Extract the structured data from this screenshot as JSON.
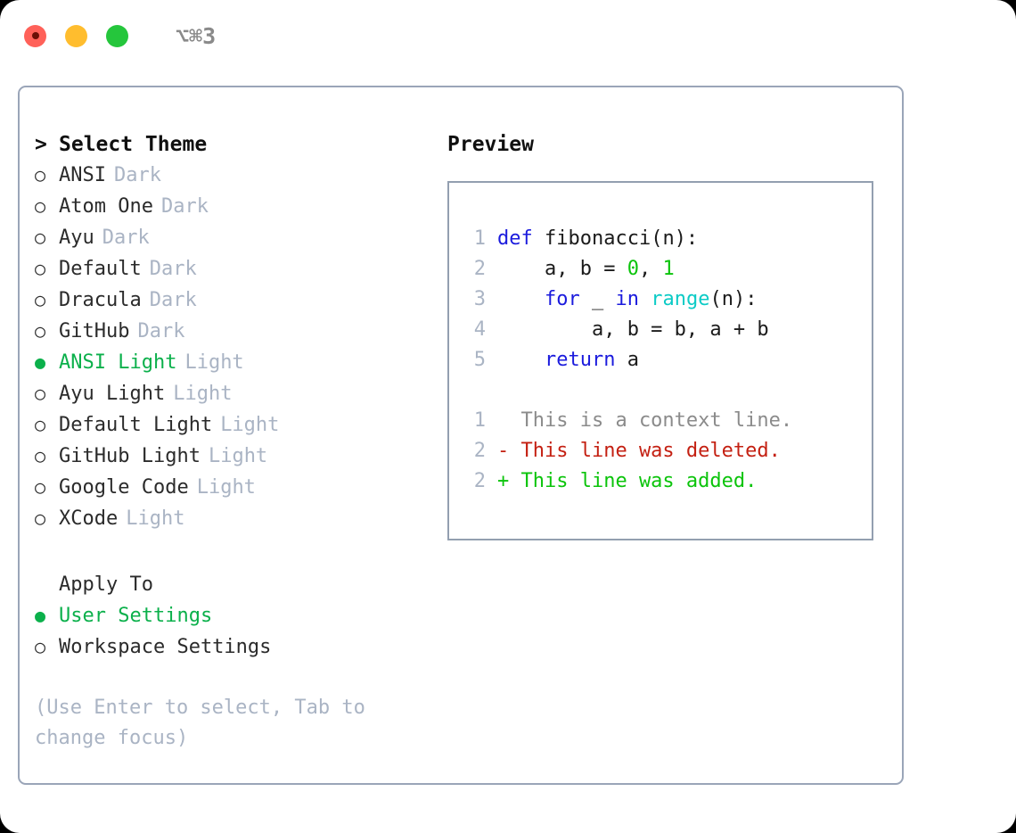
{
  "titlebar": {
    "shortcut": "⌥⌘3",
    "lights": [
      "close-red",
      "minimize-yellow",
      "zoom-green"
    ]
  },
  "theme_panel": {
    "heading": "Select Theme",
    "caret": ">",
    "bullet_empty": "○",
    "bullet_filled": "●",
    "options": [
      {
        "name": "ANSI",
        "kind": "Dark",
        "selected": false
      },
      {
        "name": "Atom One",
        "kind": "Dark",
        "selected": false
      },
      {
        "name": "Ayu",
        "kind": "Dark",
        "selected": false
      },
      {
        "name": "Default",
        "kind": "Dark",
        "selected": false
      },
      {
        "name": "Dracula",
        "kind": "Dark",
        "selected": false
      },
      {
        "name": "GitHub",
        "kind": "Dark",
        "selected": false
      },
      {
        "name": "ANSI Light",
        "kind": "Light",
        "selected": true
      },
      {
        "name": "Ayu Light",
        "kind": "Light",
        "selected": false
      },
      {
        "name": "Default Light",
        "kind": "Light",
        "selected": false
      },
      {
        "name": "GitHub Light",
        "kind": "Light",
        "selected": false
      },
      {
        "name": "Google Code",
        "kind": "Light",
        "selected": false
      },
      {
        "name": "XCode",
        "kind": "Light",
        "selected": false
      }
    ]
  },
  "apply_to": {
    "heading": "Apply To",
    "options": [
      {
        "name": "User Settings",
        "selected": true
      },
      {
        "name": "Workspace Settings",
        "selected": false
      }
    ]
  },
  "hint": "(Use Enter to select, Tab to change focus)",
  "preview": {
    "heading": "Preview",
    "code_lines": [
      {
        "no": "1",
        "tokens": [
          {
            "t": "def",
            "c": "kw"
          },
          {
            "t": " fibonacci(n):",
            "c": "plain"
          }
        ]
      },
      {
        "no": "2",
        "tokens": [
          {
            "t": "    a, b = ",
            "c": "plain"
          },
          {
            "t": "0",
            "c": "num"
          },
          {
            "t": ", ",
            "c": "plain"
          },
          {
            "t": "1",
            "c": "num"
          }
        ]
      },
      {
        "no": "3",
        "tokens": [
          {
            "t": "    ",
            "c": "plain"
          },
          {
            "t": "for",
            "c": "kw"
          },
          {
            "t": " _ ",
            "c": "plain"
          },
          {
            "t": "in",
            "c": "kw"
          },
          {
            "t": " ",
            "c": "plain"
          },
          {
            "t": "range",
            "c": "fn"
          },
          {
            "t": "(n):",
            "c": "plain"
          }
        ]
      },
      {
        "no": "4",
        "tokens": [
          {
            "t": "        a, b = b, a + b",
            "c": "plain"
          }
        ]
      },
      {
        "no": "5",
        "tokens": [
          {
            "t": "    ",
            "c": "plain"
          },
          {
            "t": "return",
            "c": "kw"
          },
          {
            "t": " a",
            "c": "plain"
          }
        ]
      }
    ],
    "diff_lines": [
      {
        "no": "1",
        "marker": "  ",
        "text": "This is a context line.",
        "c": "ctx"
      },
      {
        "no": "2",
        "marker": "- ",
        "text": "This line was deleted.",
        "c": "del"
      },
      {
        "no": "2",
        "marker": "+ ",
        "text": "This line was added.",
        "c": "add"
      }
    ]
  },
  "colors": {
    "accent_green": "#0bb04b",
    "keyword_blue": "#1b1bdd",
    "function_cyan": "#0ccbc6",
    "number_green": "#0bc40b",
    "diff_deleted_red": "#c42012",
    "diff_added_green": "#0bc40b",
    "muted_gray": "#aab4c4",
    "border_gray": "#9aa5b8"
  }
}
